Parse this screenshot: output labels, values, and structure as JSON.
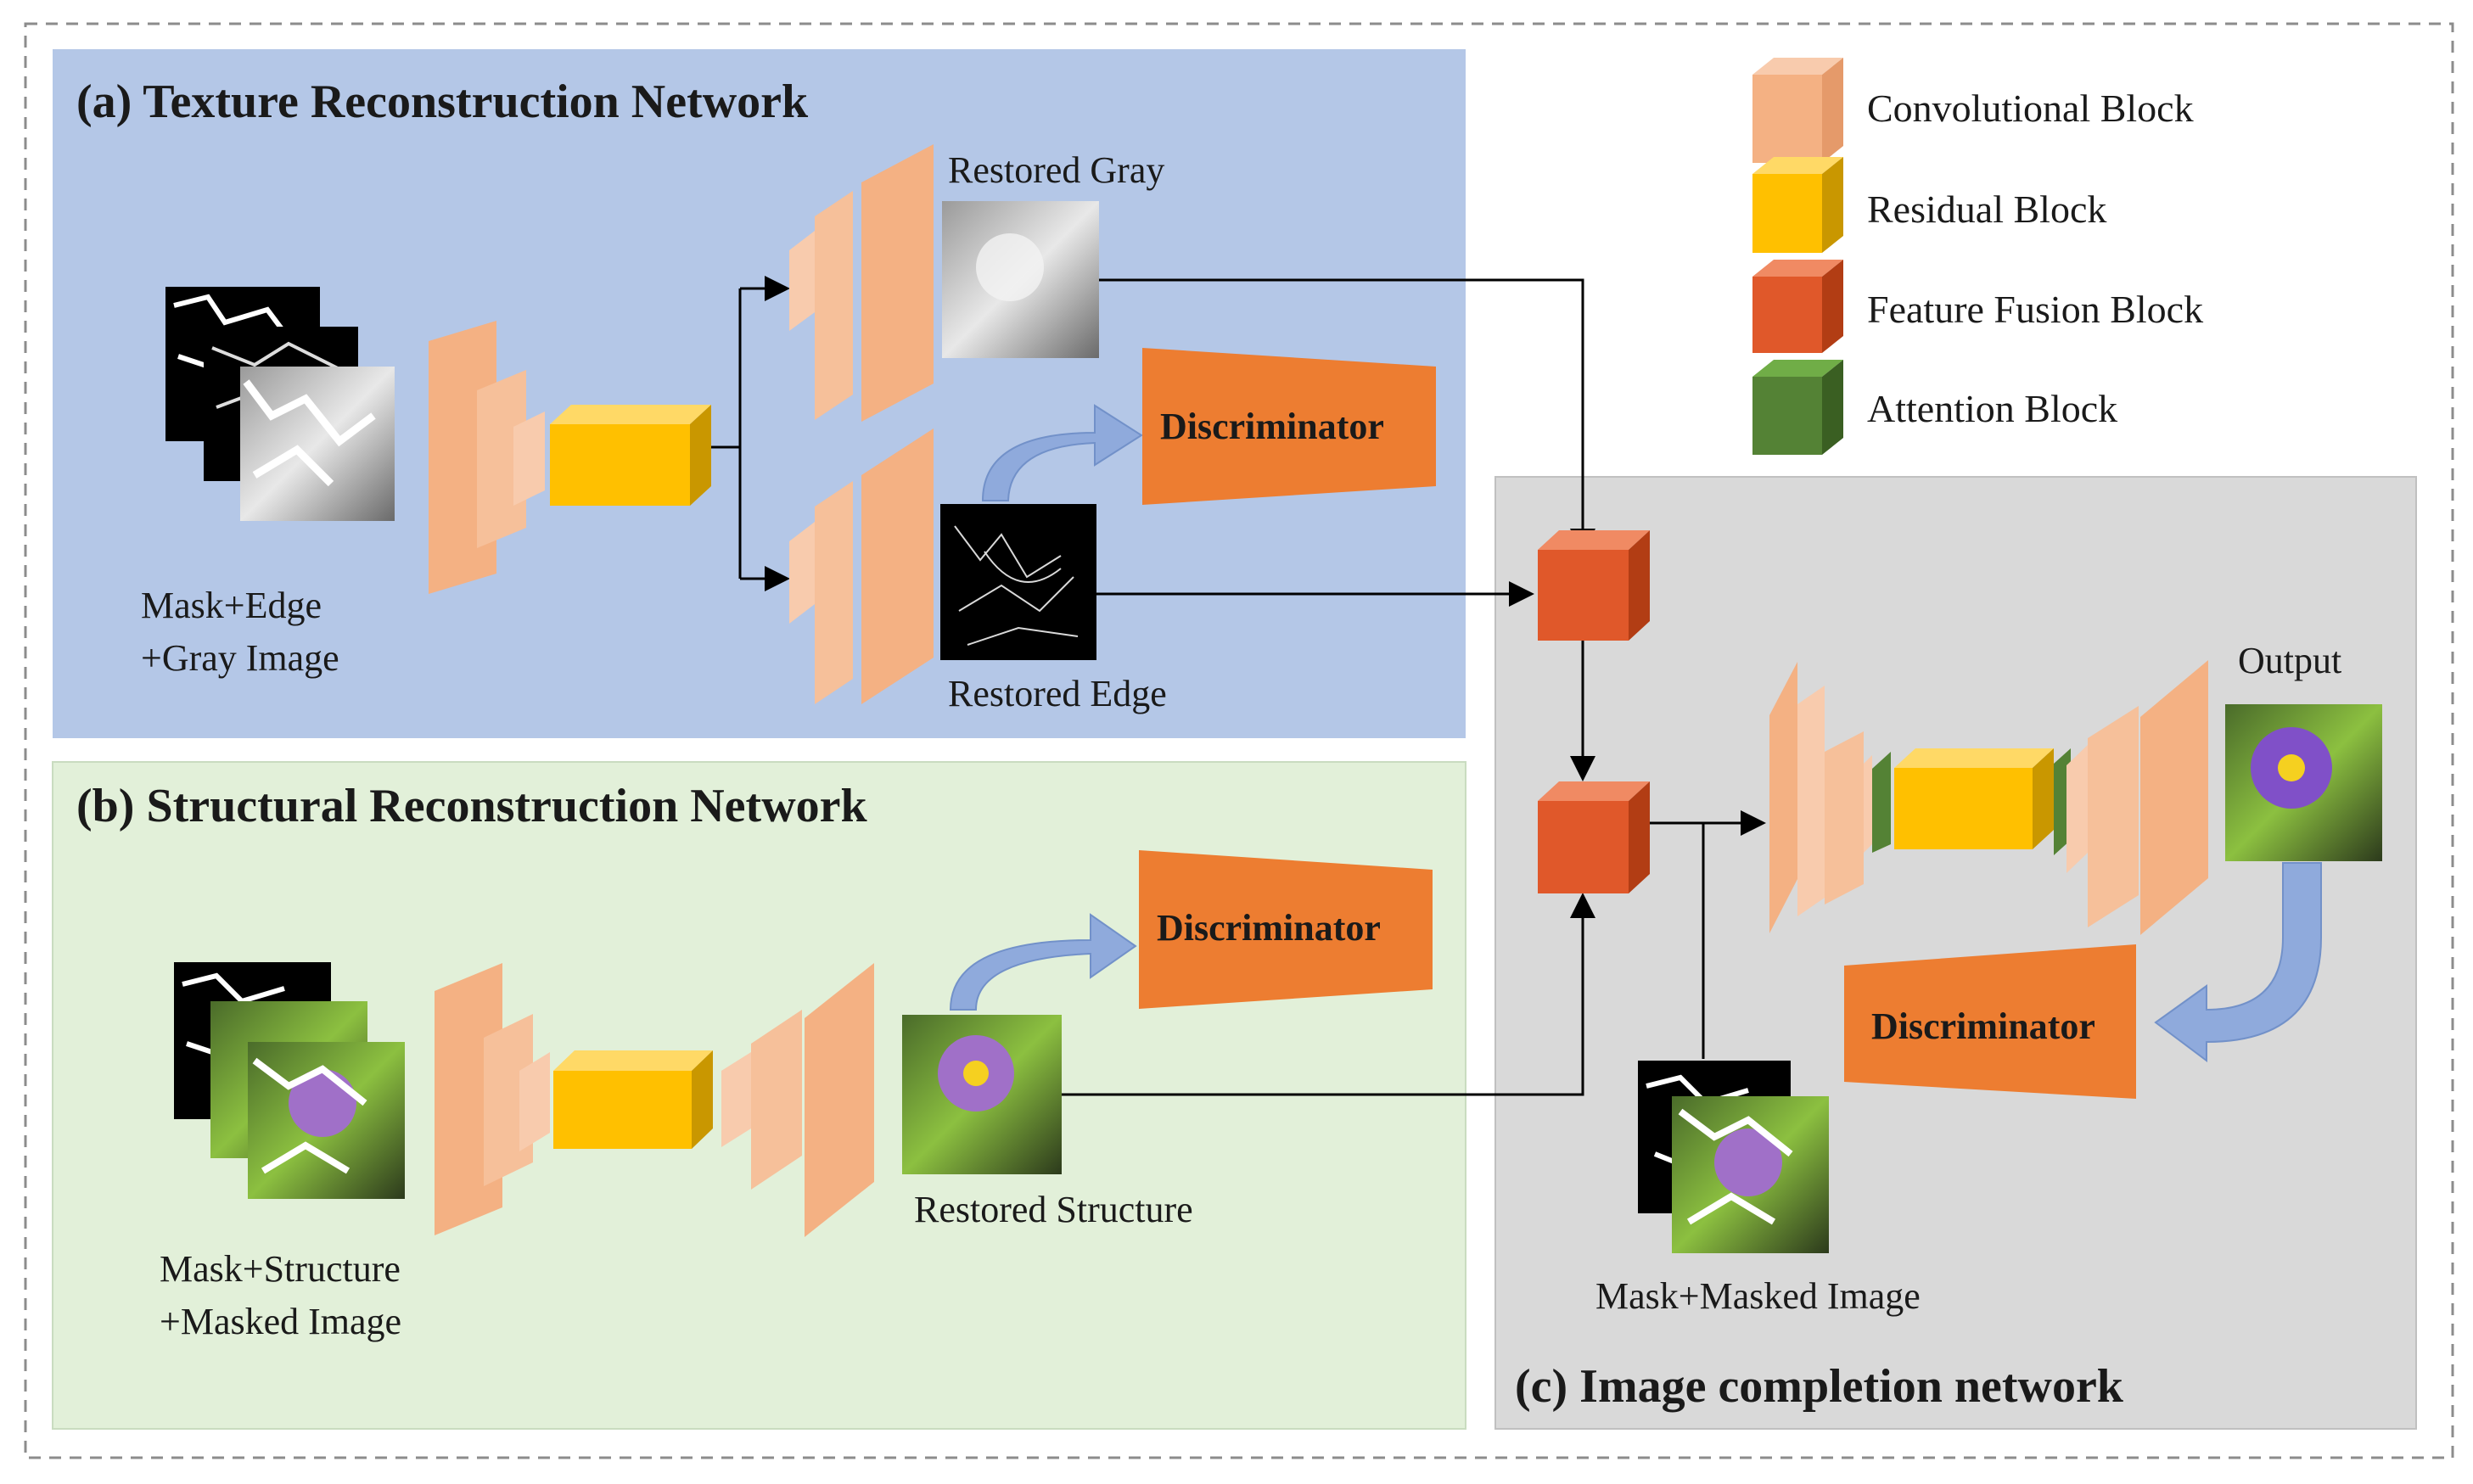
{
  "sections": {
    "texture": {
      "title": "(a) Texture Reconstruction Network"
    },
    "structural": {
      "title": "(b) Structural Reconstruction Network"
    },
    "completion": {
      "title": "(c)  Image completion network"
    }
  },
  "legend": [
    {
      "label": "Convolutional Block",
      "color": "#f4b183"
    },
    {
      "label": "Residual Block",
      "color": "#ffc000"
    },
    {
      "label": "Feature Fusion Block",
      "color": "#e0582a"
    },
    {
      "label": "Attention Block",
      "color": "#548235"
    }
  ],
  "captions": {
    "texture_input_line1": "Mask+Edge",
    "texture_input_line2": "+Gray Image",
    "restored_gray": "Restored Gray",
    "restored_edge": "Restored Edge",
    "structure_input_line1": "Mask+Structure",
    "structure_input_line2": "+Masked Image",
    "restored_structure": "Restored Structure",
    "masked_input": "Mask+Masked Image",
    "output": "Output"
  },
  "discriminator_label": "Discriminator",
  "colors": {
    "texture_bg": "#b4c7e7",
    "structural_bg": "#e2f0d9",
    "completion_bg": "#d9d9d9",
    "conv": "#f4b183",
    "residual": "#ffc000",
    "fusion": "#e0582a",
    "attention": "#548235",
    "discriminator": "#ed7d31",
    "curved_arrow": "#8faadc"
  }
}
